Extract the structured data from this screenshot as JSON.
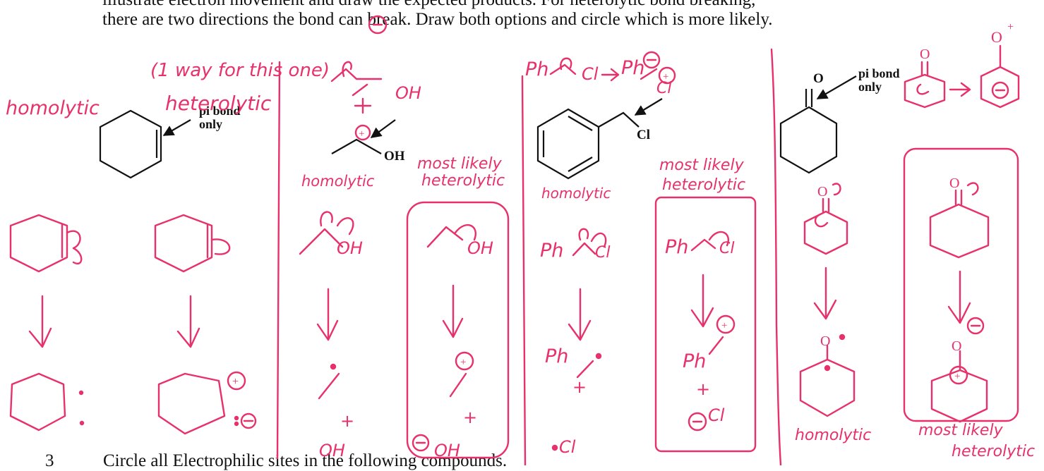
{
  "instructions": {
    "line1": "illustrate electron movement and draw the expected products. For heterolytic bond breaking,",
    "line2": "there are two directions the bond can break.  Draw both options and circle which is more likely."
  },
  "question3": {
    "number": "3",
    "text": "Circle all Electrophilic sites in the following compounds."
  },
  "printed_labels": {
    "pi_bond_1": "pi bond only",
    "pi_bond_2": "pi bond only",
    "atom_OH": "OH",
    "atom_Cl": "Cl",
    "atom_O": "O"
  },
  "handwritten": {
    "one_way_note": "(1 way for this one)",
    "homolytic_1": "homolytic",
    "heterolytic_1": "heterolytic",
    "homolytic_2": "homolytic",
    "most_likely_2": "most likely",
    "heterolytic_2": "heterolytic",
    "homolytic_3": "homolytic",
    "most_likely_3": "most likely",
    "heterolytic_3": "heterolytic",
    "homolytic_4": "homolytic",
    "most_likely_4": "most likely",
    "heterolytic_4": "heterolytic",
    "ph": "Ph",
    "cl": "Cl",
    "oh": "OH",
    "plus": "+"
  },
  "colors": {
    "ink": "#111111",
    "pen": "#e8316b"
  }
}
